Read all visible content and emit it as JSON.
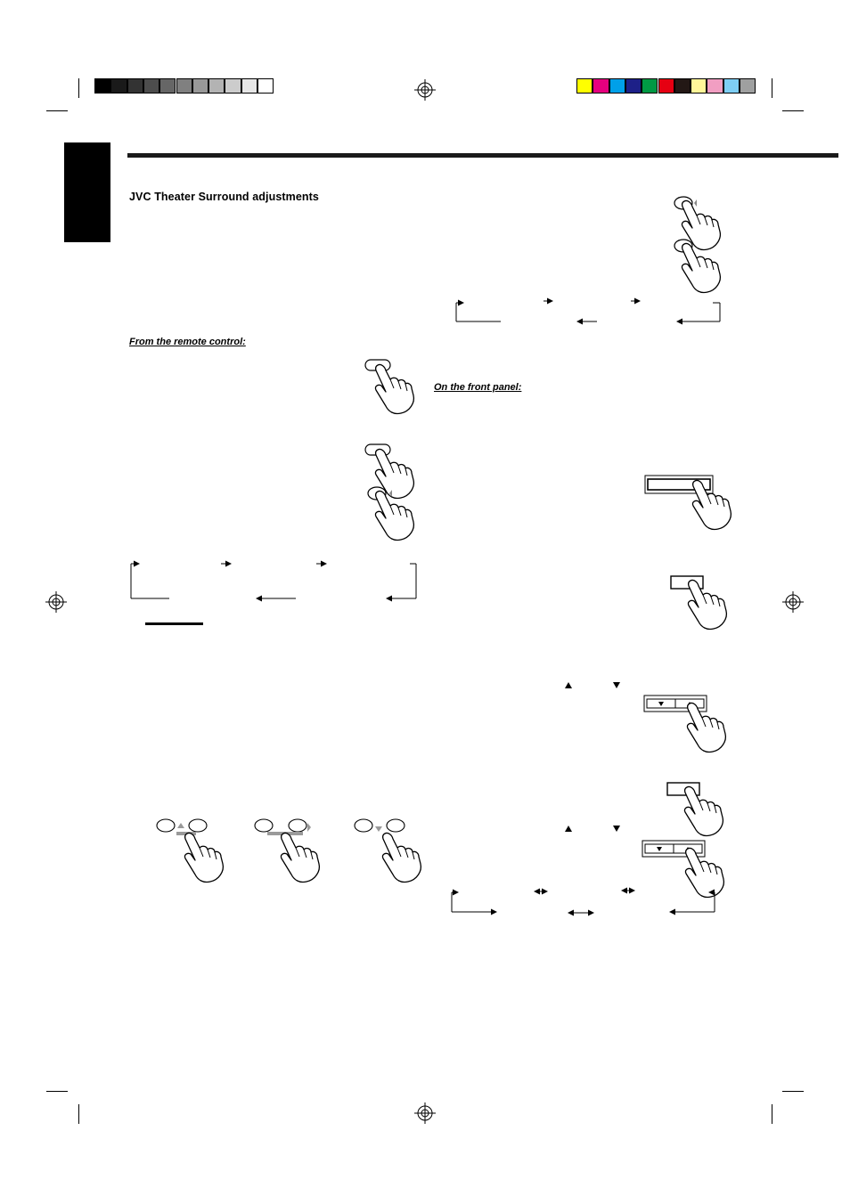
{
  "section": {
    "title": "JVC Theater Surround adjustments"
  },
  "subheadings": {
    "remote": "From the remote control:",
    "front_panel": "On the front panel:"
  },
  "print_marks": {
    "grayscale_bar": [
      "#000000",
      "#1a1a1a",
      "#333333",
      "#4d4d4d",
      "#666666",
      "#808080",
      "#999999",
      "#b3b3b3",
      "#cccccc",
      "#e6e6e6",
      "#ffffff"
    ],
    "color_bar": [
      "#ffff00",
      "#e6007e",
      "#00a0e9",
      "#1d2088",
      "#009944",
      "#e60012",
      "#231815",
      "#fff799",
      "#f19ec2",
      "#7ecef4",
      "#9fa0a0"
    ]
  },
  "colors": {
    "rule": "#1a1a1a",
    "side_tab": "#000000",
    "highlight_gray": "#9a9a9a"
  }
}
